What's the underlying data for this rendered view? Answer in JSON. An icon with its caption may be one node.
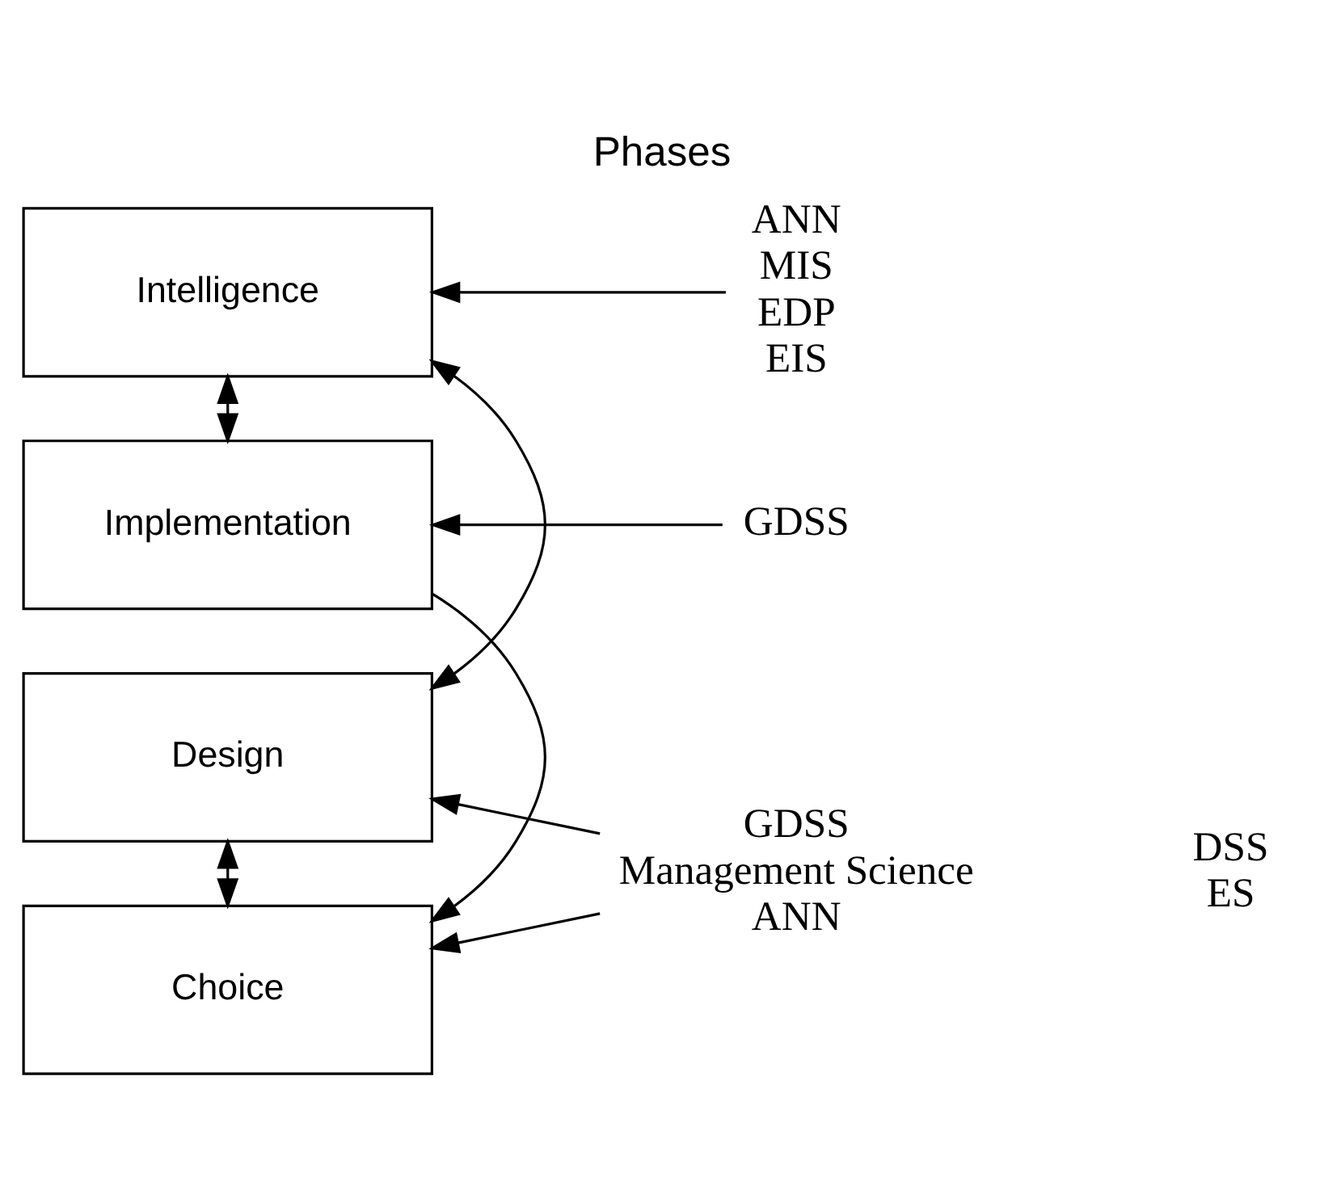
{
  "diagram": {
    "title": "Phases",
    "nodes": [
      {
        "text": [
          "Intelligence"
        ]
      },
      {
        "text": [
          "Design"
        ]
      },
      {
        "text": [
          "Choice"
        ]
      },
      {
        "text": [
          "Implementation"
        ]
      },
      {
        "text": [
          "ANN",
          "MIS",
          "EDP",
          "EIS"
        ]
      },
      {
        "text": [
          "GDSS",
          "Management Science",
          "ANN"
        ]
      },
      {
        "text": [
          "GDSS"
        ]
      }
    ],
    "edges": [
      {
        "from": 4,
        "to": 0,
        "arrow": "to"
      },
      {
        "from": 5,
        "to": 1,
        "arrow": "to"
      },
      {
        "from": 5,
        "to": 2,
        "arrow": "to"
      },
      {
        "from": 6,
        "to": 3,
        "arrow": "to"
      },
      {
        "from": 0,
        "to": 1,
        "arrow": "both"
      },
      {
        "from": 1,
        "to": 2,
        "arrow": "both"
      },
      {
        "from": 0,
        "to": 3,
        "arrow": "both"
      },
      {
        "from": 3,
        "to": 2,
        "arrow": "to"
      }
    ],
    "labels": [
      "DSS",
      "ES"
    ]
  }
}
